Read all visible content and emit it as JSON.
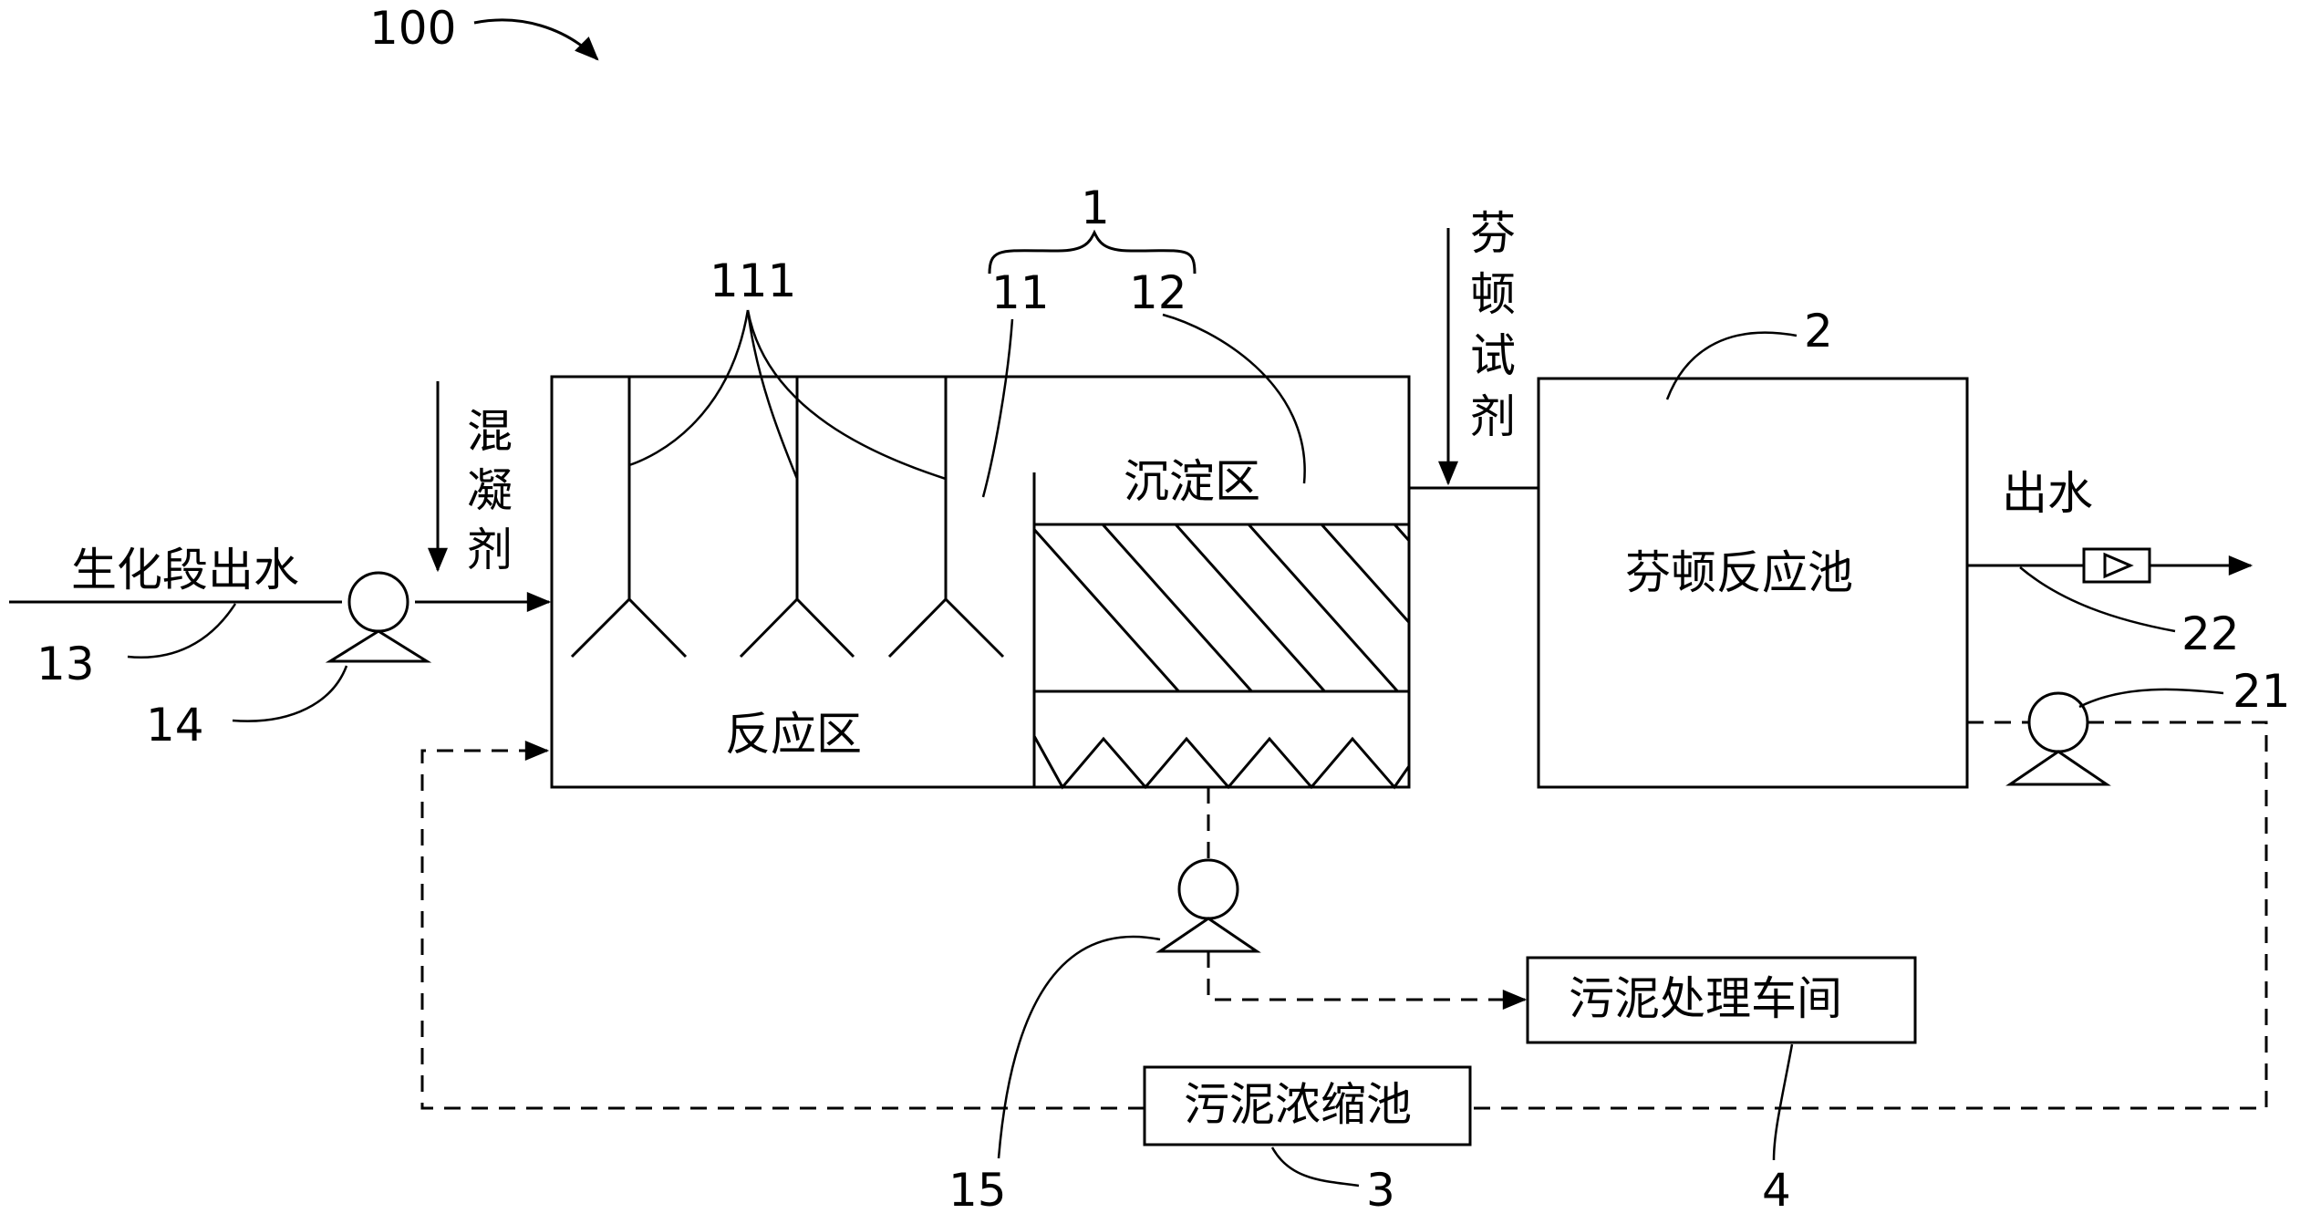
{
  "figure_ref": "100",
  "ref_numbers": {
    "system": "1",
    "reaction_zone": "11",
    "settling_zone": "12",
    "distributors": "111",
    "fenton_pool": "2",
    "recycle_pump": "21",
    "outlet_valve": "22",
    "sludge_tank": "3",
    "sludge_workshop": "4",
    "inlet_pipe": "13",
    "feed_pump": "14",
    "sludge_pump": "15"
  },
  "labels": {
    "influent": "生化段出水",
    "coagulant": [
      "混",
      "凝",
      "剂"
    ],
    "fenton_reagent": [
      "芬",
      "顿",
      "试",
      "剂"
    ],
    "reaction_zone": "反应区",
    "settling_zone": "沉淀区",
    "fenton_pool": "芬顿反应池",
    "effluent": "出水",
    "sludge_workshop": "污泥处理车间",
    "sludge_tank": "污泥浓缩池"
  }
}
